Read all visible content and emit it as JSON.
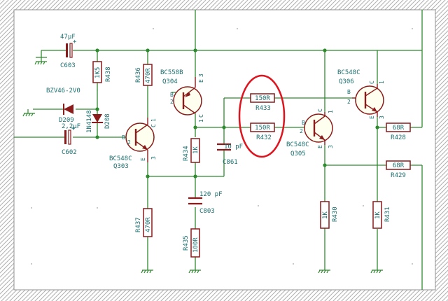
{
  "colors": {
    "wire": "#2f8a2f",
    "component": "#8b1a1a",
    "text": "#1a6e6e",
    "highlight": "#e0141e",
    "border": "#a0a0a0",
    "background": "#ffffff"
  },
  "capacitors": {
    "c603": {
      "ref": "C603",
      "value": "47µF",
      "polarized": "+"
    },
    "c602": {
      "ref": "C602",
      "value": "2,2µF",
      "polarized": "+"
    },
    "c861": {
      "ref": "C861",
      "value": "10 pF"
    },
    "c803": {
      "ref": "C803",
      "value": "120 pF"
    }
  },
  "resistors": {
    "r438": {
      "ref": "R438",
      "value": "1K5"
    },
    "r436": {
      "ref": "R436",
      "value": "470R"
    },
    "r434": {
      "ref": "R434",
      "value": "1K"
    },
    "r437": {
      "ref": "R437",
      "value": "470R"
    },
    "r435": {
      "ref": "R435",
      "value": "100R"
    },
    "r433": {
      "ref": "R433",
      "value": "150R"
    },
    "r432": {
      "ref": "R432",
      "value": "150R"
    },
    "r430": {
      "ref": "R430",
      "value": "1K"
    },
    "r431": {
      "ref": "R431",
      "value": "1K"
    },
    "r428": {
      "ref": "R428",
      "value": "68R"
    },
    "r429": {
      "ref": "R429",
      "value": "68R"
    }
  },
  "diodes": {
    "d209": {
      "ref": "D209",
      "value": "BZV46-2V0"
    },
    "d208": {
      "ref": "D208",
      "value": "1N4148"
    }
  },
  "transistors": {
    "q304": {
      "ref": "Q304",
      "value": "BC558B"
    },
    "q303": {
      "ref": "Q303",
      "value": "BC548C"
    },
    "q305": {
      "ref": "Q305",
      "value": "BC548C"
    },
    "q306": {
      "ref": "Q306",
      "value": "BC548C"
    }
  },
  "pin_labels": {
    "b": "B",
    "c": "C",
    "e": "E",
    "p1": "1",
    "p2": "2",
    "p3": "3"
  }
}
